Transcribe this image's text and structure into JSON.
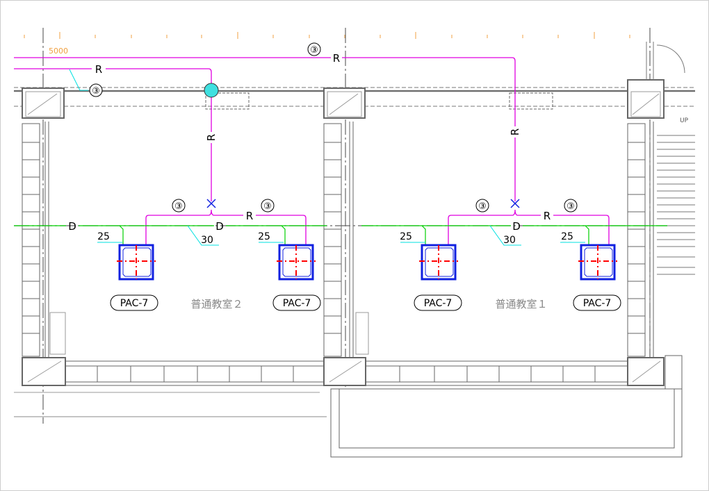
{
  "drawing": {
    "ruler_label": "5000",
    "pipe_marks": {
      "circled_3": "③",
      "return": "R",
      "drain": "D"
    },
    "upper_labels": [
      {
        "text": "③"
      },
      {
        "text": "R"
      },
      {
        "text": "R"
      },
      {
        "text": "③"
      },
      {
        "text": "R"
      },
      {
        "text": "R"
      }
    ],
    "rooms": [
      {
        "name": "普通教室２",
        "units": [
          "PAC-7",
          "PAC-7"
        ],
        "branch_numbers": [
          "③",
          "③"
        ],
        "return_label": "R",
        "drain_labels": [
          "D",
          "D"
        ],
        "drain_sizes": [
          "25",
          "25"
        ],
        "main_drain_size": "30"
      },
      {
        "name": "普通教室１",
        "units": [
          "PAC-7",
          "PAC-7"
        ],
        "branch_numbers": [
          "③",
          "③"
        ],
        "return_label": "R",
        "drain_labels": [
          "D"
        ],
        "drain_sizes": [
          "25",
          "25"
        ],
        "main_drain_size": "30"
      }
    ],
    "stairs_label": "UP",
    "colors": {
      "refrigerant": "#e000e0",
      "drain": "#00d000",
      "unit": "#1020e0",
      "leader": "#00e0e0",
      "ruler": "#f0a040"
    }
  }
}
